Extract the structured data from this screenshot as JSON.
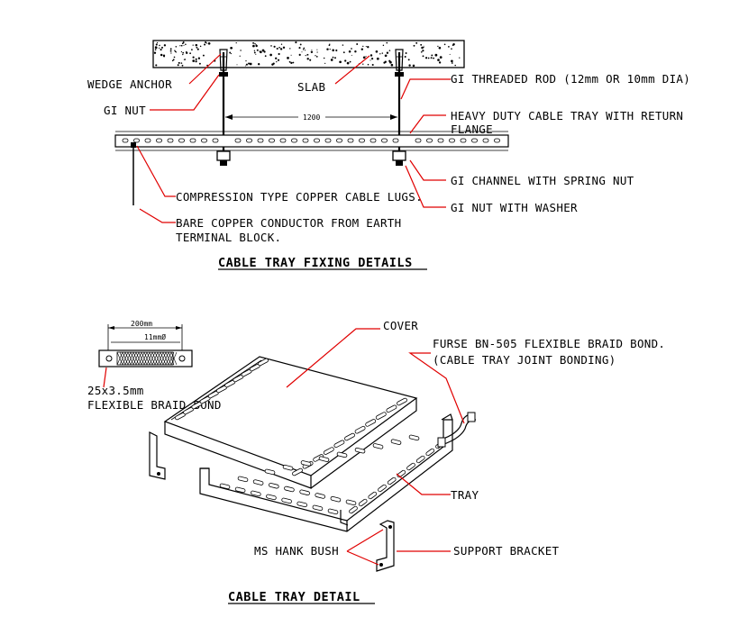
{
  "fixing_detail": {
    "labels": {
      "wedge_anchor": "WEDGE ANCHOR",
      "slab": "SLAB",
      "gi_threaded_rod": "GI  THREADED ROD (12mm OR 10mm DIA)",
      "gi_nut": "GI NUT",
      "dimension": "1200",
      "tray_return_1": "HEAVY DUTY CABLE TRAY WITH RETURN",
      "tray_return_2": "FLANGE",
      "gi_channel": "GI CHANNEL WITH SPRING NUT",
      "compression_lugs": "COMPRESSION TYPE  COPPER CABLE LUGS.",
      "gi_nut_washer": "GI NUT WITH WASHER",
      "bare_copper_1": "BARE COPPER CONDUCTOR FROM EARTH",
      "bare_copper_2": "TERMINAL BLOCK."
    },
    "title": "CABLE TRAY FIXING DETAILS"
  },
  "tray_detail": {
    "labels": {
      "dim_200": "200mm",
      "dim_11": "11mmØ",
      "braid_size": "25x3.5mm",
      "braid_name": "FLEXIBLE BRAID BOND",
      "cover": "COVER",
      "furse_1": "FURSE BN-505 FLEXIBLE BRAID BOND.",
      "furse_2": "(CABLE TRAY JOINT BONDING)",
      "tray": "TRAY",
      "ms_hank_bush": "MS HANK BUSH",
      "support_bracket": "SUPPORT BRACKET"
    },
    "title": "CABLE TRAY DETAIL"
  },
  "colors": {
    "leader": "#e00000",
    "linework": "#000000",
    "background": "#ffffff"
  }
}
